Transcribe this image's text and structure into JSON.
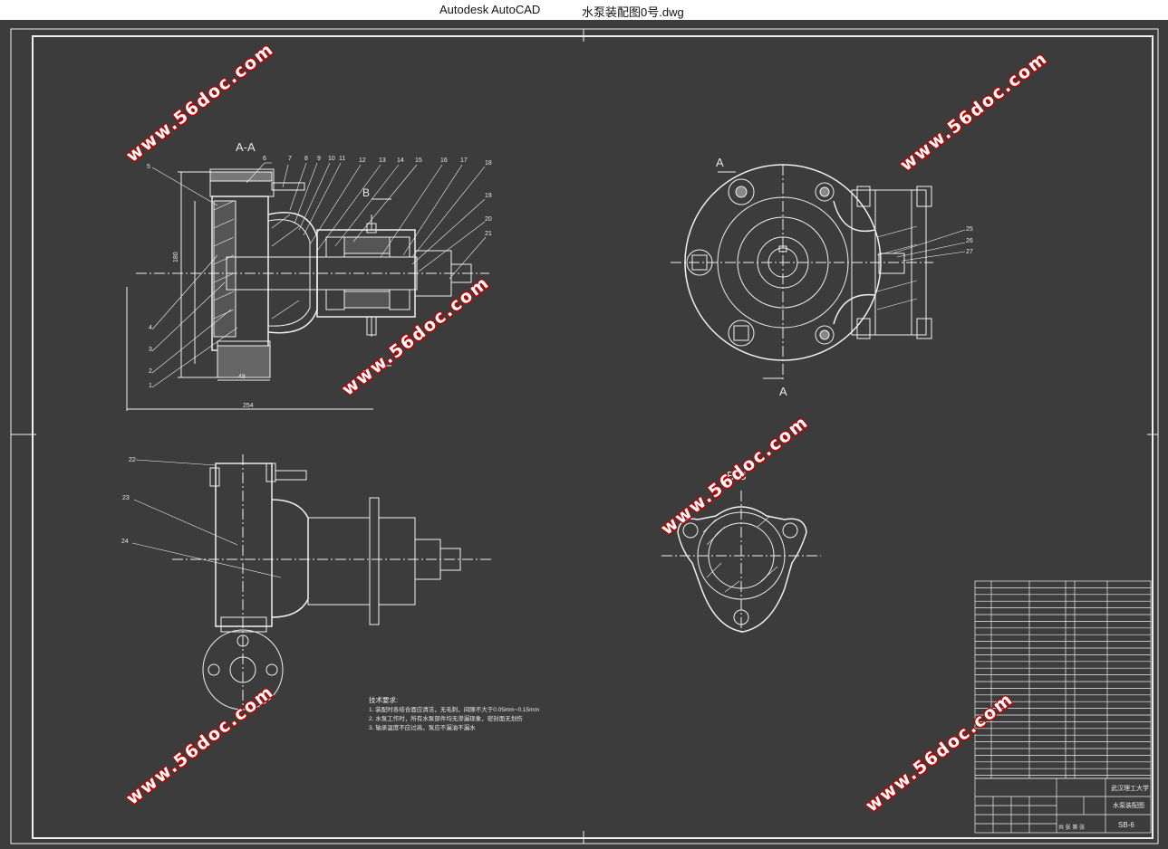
{
  "window": {
    "app_title": "Autodesk AutoCAD",
    "document_title": "水泵装配图0号.dwg"
  },
  "views": {
    "section_aa": "A-A",
    "section_bb": "B-B",
    "cut_a_top": "A",
    "cut_a_bottom": "A",
    "cut_b_top": "B",
    "cut_b_bottom": "B"
  },
  "dimensions": {
    "overall_length": "254",
    "width_48": "48",
    "height": "180"
  },
  "balloons_top": [
    "6",
    "7",
    "8",
    "9",
    "10",
    "11",
    "12",
    "13",
    "14",
    "15",
    "16",
    "17",
    "18",
    "19",
    "20",
    "21"
  ],
  "balloons_left": [
    "5",
    "4",
    "3",
    "2",
    "1"
  ],
  "balloons_right": [
    "25",
    "26",
    "27"
  ],
  "balloons_bottom_left": [
    "22",
    "23",
    "24"
  ],
  "tech_requirements": {
    "heading": "技术要求:",
    "items": [
      "1. 装配时各结合面应清洁，无毛刺，间隙不大于0.05mm~0.15mm",
      "2. 水泵工作时，所有水泵部件均无渗漏现象，密封面无划伤",
      "3. 轴承温度不应过高，泵应不漏油不漏水"
    ]
  },
  "title_block": {
    "school": "武汉理工大学",
    "drawing_name": "水泵装配图",
    "drawing_no": "SB-6",
    "bottom_note": "共 张 第 张"
  },
  "watermark": "www.56doc.com"
}
